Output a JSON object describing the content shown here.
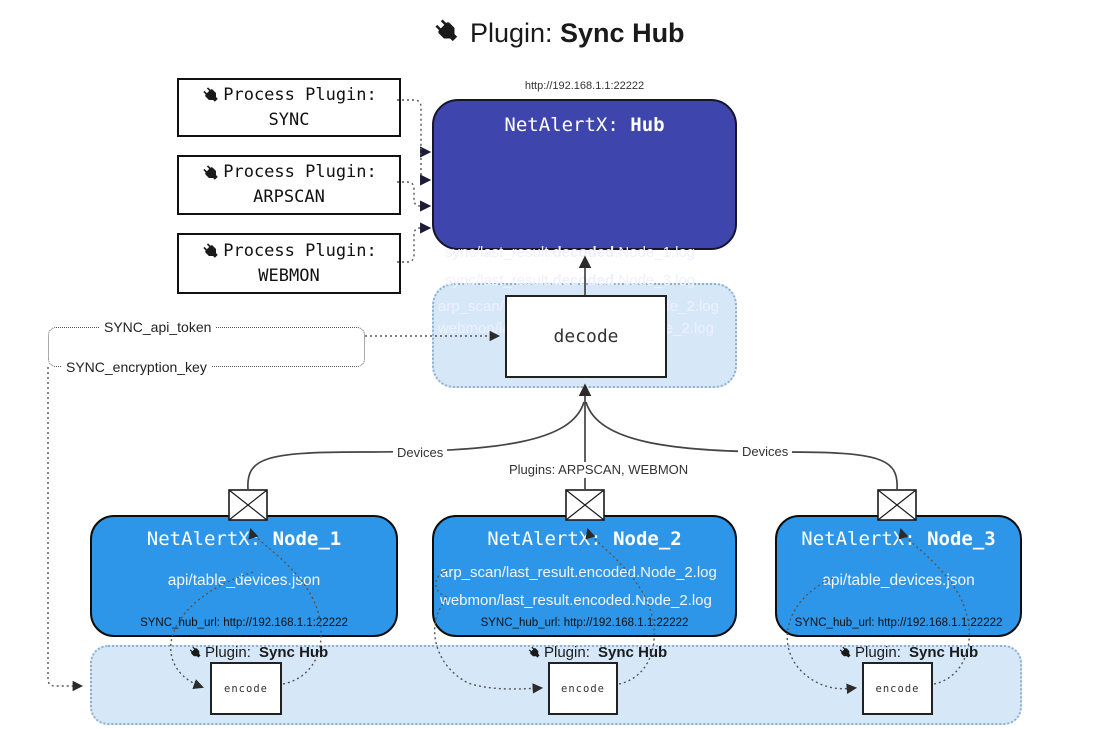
{
  "title": {
    "prefix": "Plugin:",
    "name": "Sync Hub"
  },
  "process_plugins": [
    {
      "label": "Process Plugin:",
      "name": "SYNC"
    },
    {
      "label": "Process Plugin:",
      "name": "ARPSCAN"
    },
    {
      "label": "Process Plugin:",
      "name": "WEBMON"
    }
  ],
  "hub": {
    "url": "http://192.168.1.1:22222",
    "title_prefix": "NetAlertX: ",
    "title_name": "Hub",
    "lines": [
      {
        "pre": "sync/last_result.",
        "bold": "decoded",
        "post": ".Node_1.log"
      },
      {
        "pre": "sync/last_result.",
        "bold": "decoded",
        "post": ".Node_3.log"
      },
      {
        "pre": "arp_scan/last_result.",
        "bold": "decoded",
        "post": ".Node_2.log"
      },
      {
        "pre": "webmon/last_result.",
        "bold": "decoded",
        "post": ".Node_2.log"
      }
    ]
  },
  "decode_label": "decode",
  "tokens": {
    "api_token": "SYNC_api_token",
    "encryption_key": "SYNC_encryption_key"
  },
  "edges": {
    "devices_left": "Devices",
    "devices_right": "Devices",
    "plugins": "Plugins: ARPSCAN, WEBMON"
  },
  "nodes": [
    {
      "title_prefix": "NetAlertX: ",
      "title_name": "Node_1",
      "lines": [
        "api/table_devices.json"
      ],
      "hub_url": "SYNC_hub_url: http://192.168.1.1:22222"
    },
    {
      "title_prefix": "NetAlertX: ",
      "title_name": "Node_2",
      "lines": [
        "arp_scan/last_result.encoded.Node_2.log",
        "webmon/last_result.encoded.Node_2.log"
      ],
      "hub_url": "SYNC_hub_url: http://192.168.1.1:22222"
    },
    {
      "title_prefix": "NetAlertX: ",
      "title_name": "Node_3",
      "lines": [
        "api/table_devices.json"
      ],
      "hub_url": "SYNC_hub_url: http://192.168.1.1:22222"
    }
  ],
  "encode": {
    "plugin_prefix": "Plugin:",
    "plugin_name": "Sync Hub",
    "label": "encode"
  },
  "colors": {
    "hub_fill": "#3e45ac",
    "node_fill": "#2d96e8",
    "panel_fill": "#d6e8f8",
    "panel_border": "#8fafd0",
    "line": "#444444"
  }
}
